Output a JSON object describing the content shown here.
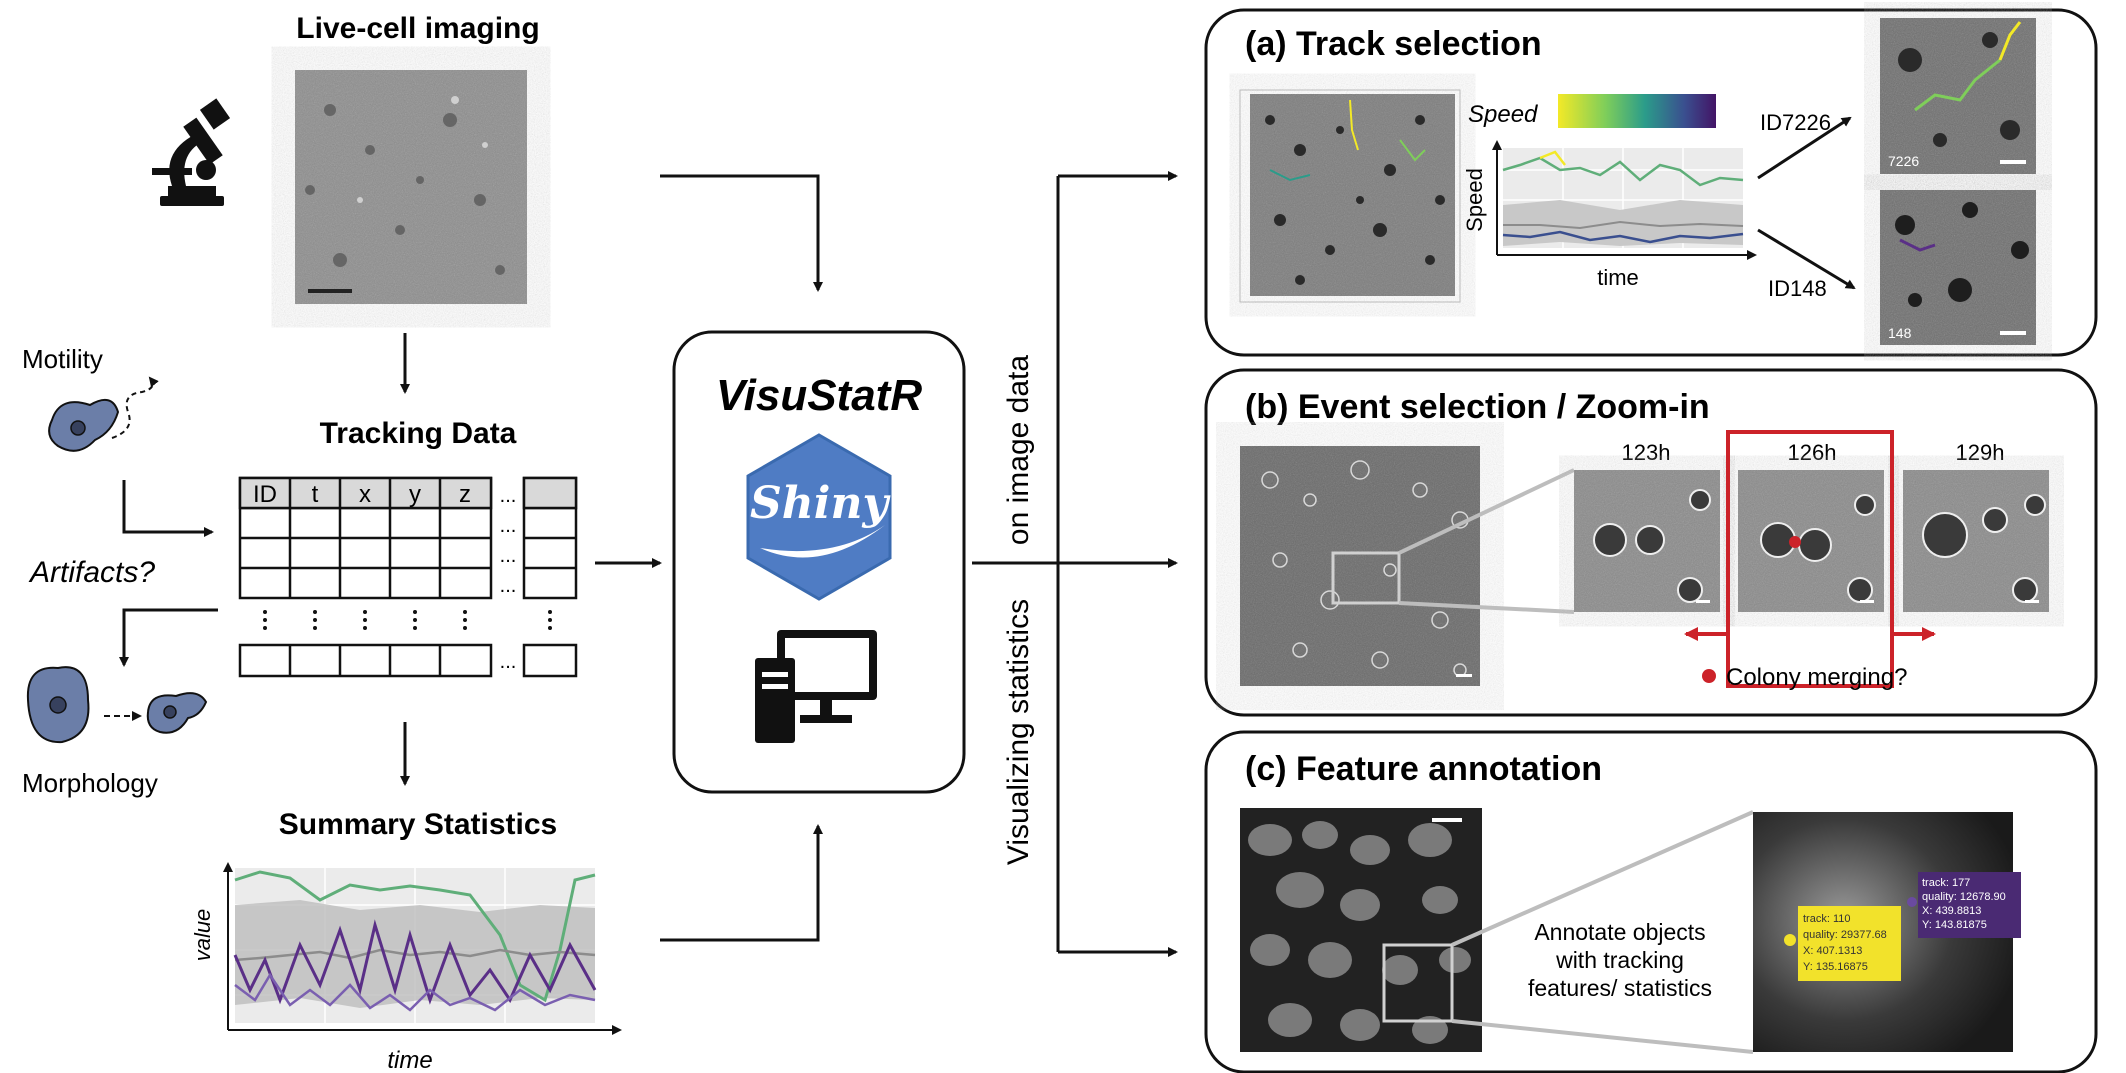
{
  "left": {
    "live_cell_title": "Live-cell imaging",
    "tracking_title": "Tracking Data",
    "summary_title": "Summary Statistics",
    "table_headers": [
      "ID",
      "t",
      "x",
      "y",
      "z"
    ],
    "table_ellipsis": "...",
    "motility_label": "Motility",
    "artifacts_label": "Artifacts?",
    "morphology_label": "Morphology",
    "plot_ylabel": "value",
    "plot_xlabel": "time"
  },
  "center": {
    "app_title": "VisuStatR",
    "shiny_text": "Shiny",
    "rotated_label_top": "on image data",
    "rotated_label_bottom": "Visualizing statistics"
  },
  "panels": {
    "a": {
      "title": "(a) Track selection",
      "speed_colorbar_label": "Speed",
      "speed_ylabel": "Speed",
      "speed_xlabel": "time",
      "id_top": "ID7226",
      "id_bottom": "ID148",
      "thumb_top_label": "7226",
      "thumb_bottom_label": "148"
    },
    "b": {
      "title": "(b) Event selection / Zoom-in",
      "times": [
        "123h",
        "126h",
        "129h"
      ],
      "note": "Colony merging?"
    },
    "c": {
      "title": "(c) Feature annotation",
      "annotate_lines": [
        "Annotate objects",
        "with tracking",
        "features/ statistics"
      ],
      "tooltip_yellow": [
        "track: 110",
        "quality: 29377.68",
        "X: 407.1313",
        "Y: 135.16875"
      ],
      "tooltip_purple": [
        "track: 177",
        "quality: 12678.90",
        "X: 439.8813",
        "Y: 143.81875"
      ]
    }
  },
  "colors": {
    "cell_fill": "#6b7ea8",
    "highlight_red": "#cc2229",
    "tooltip_yellow": "#f2e22b",
    "tooltip_purple": "#4a2a73",
    "shiny_blue": "#4f7cc4"
  }
}
